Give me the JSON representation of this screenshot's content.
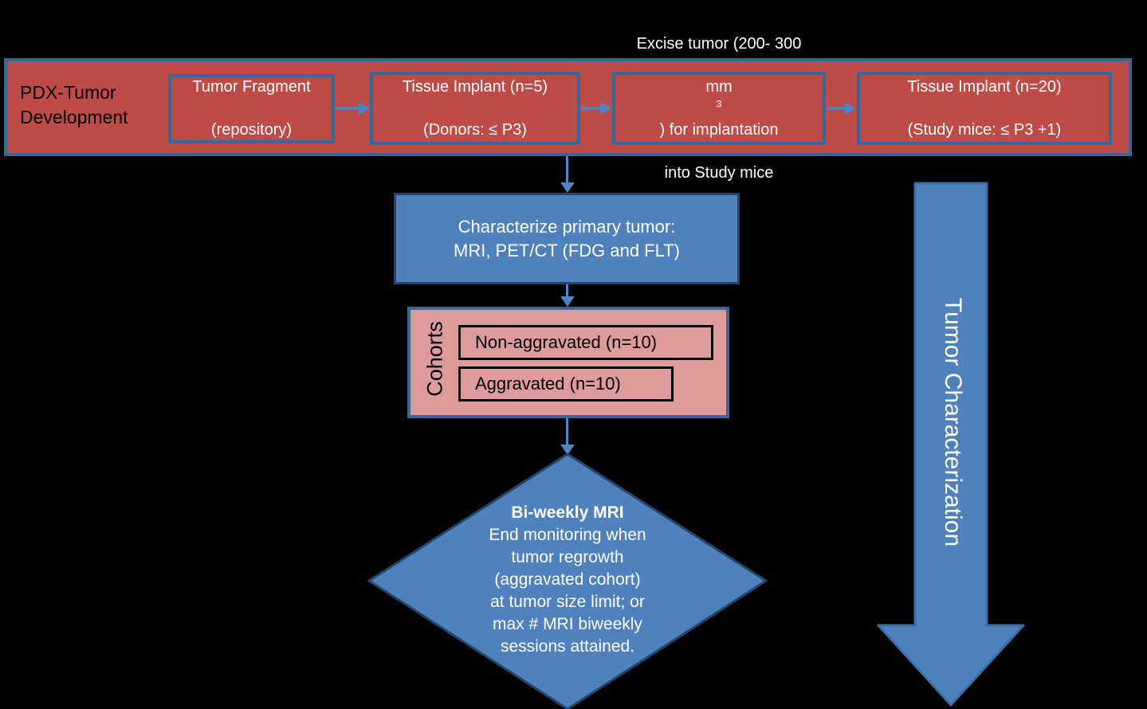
{
  "diagram": {
    "title": "PDX tumor development and characterization workflow",
    "colors": {
      "background": "#000000",
      "red_fill": "#BE4B48",
      "pink_fill": "#DD9B9B",
      "blue_fill": "#4F81BD",
      "blue_border": "#35699B",
      "connector": "#4A87C4",
      "white_text": "#FFFFFF",
      "black_text": "#000000"
    }
  },
  "band": {
    "label": "PDX-Tumor Development",
    "steps": [
      {
        "id": "tumor-fragment",
        "line1": "Tumor Fragment",
        "line2": "(repository)"
      },
      {
        "id": "tissue-implant-donors",
        "line1": "Tissue Implant (n=5)",
        "line2": "(Donors: ≤ P3)"
      },
      {
        "id": "excise-tumor",
        "line1": "Excise tumor (200- 300",
        "line2_prefix": "mm",
        "line2_sup": "3",
        "line2_suffix": ") for implantation",
        "line3": "into Study mice"
      },
      {
        "id": "tissue-implant-study",
        "line1": "Tissue Implant (n=20)",
        "line2": "(Study mice: ≤ P3 +1)"
      }
    ],
    "connector_icon": "arrow-right-icon"
  },
  "characterize": {
    "text": "Characterize primary tumor:\nMRI, PET/CT (FDG and FLT)"
  },
  "cohorts": {
    "label": "Cohorts",
    "items": [
      {
        "id": "non-aggravated",
        "label": "Non-aggravated (n=10)"
      },
      {
        "id": "aggravated",
        "label": "Aggravated (n=10)"
      }
    ]
  },
  "decision": {
    "title": "Bi-weekly MRI",
    "body": "End monitoring when\ntumor regrowth\n(aggravated cohort)\nat tumor size limit; or\nmax # MRI biweekly\nsessions attained."
  },
  "side_arrow": {
    "label": "Tumor Characterization",
    "icon": "arrow-down-icon"
  }
}
